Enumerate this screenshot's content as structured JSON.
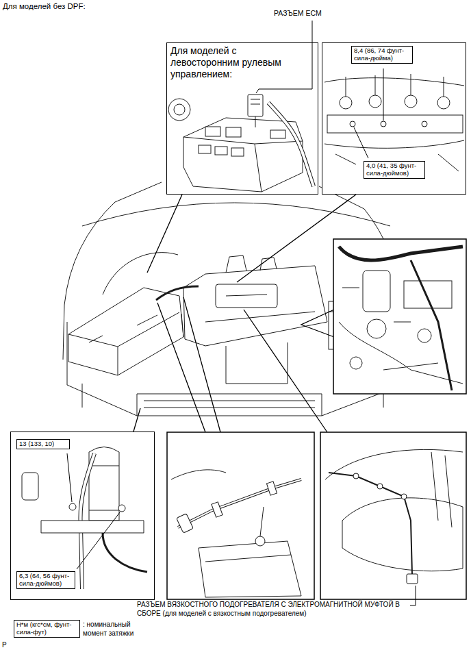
{
  "diagram": {
    "title": "Для моделей без DPF:",
    "nodes": [
      {
        "text": [
          "Для моделей с левосторонним рулевым управлением:"
        ]
      },
      {
        "text": []
      },
      {
        "text": [
          "8,4 (86, 74 фунт-сила-дюйма)"
        ],
        "in": 1
      },
      {
        "text": [
          "4,0 (41, 35 фунт-сила-дюймов)"
        ],
        "in": 1
      },
      {
        "text": []
      },
      {
        "text": [
          "13 (133, 10)"
        ],
        "in": 4
      },
      {
        "text": [
          "6,3 (64, 56 фунт-сила-дюймов)"
        ],
        "in": 4
      },
      {
        "text": [
          "Н*м (кгс*см, фунт-сила-фут)"
        ]
      }
    ],
    "labels": [
      "РАЗЪЕМ ECM",
      "РАЗЪЕМ ВЯЗКОСТНОГО ПОДОГРЕВАТЕЛЯ С ЭЛЕКТРОМАГНИТНОЙ МУФТОЙ В СБОРЕ (для моделей с вязкостным подогревателем)",
      ": номинальный момент затяжки",
      "P"
    ]
  }
}
